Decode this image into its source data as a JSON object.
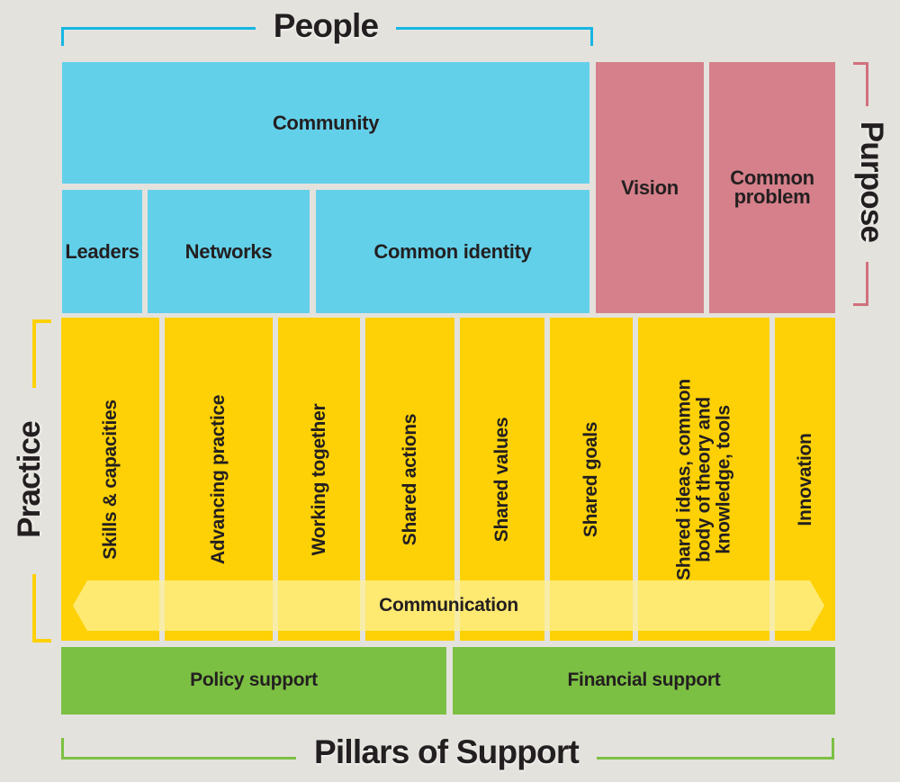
{
  "diagram": {
    "sections": {
      "people": "People",
      "purpose": "Purpose",
      "practice": "Practice",
      "pillars_of_support": "Pillars of Support"
    },
    "people_boxes": {
      "community": "Community",
      "leaders": "Leaders",
      "networks": "Networks",
      "common_identity": "Common identity"
    },
    "purpose_boxes": {
      "vision": "Vision",
      "common_problem": "Common problem"
    },
    "practice_columns": [
      "Skills & capacities",
      "Advancing practice",
      "Working together",
      "Shared actions",
      "Shared values",
      "Shared goals",
      "Shared ideas, common body of theory and knowledge, tools",
      "Innovation"
    ],
    "communication": "Communication",
    "support_boxes": {
      "policy": "Policy support",
      "financial": "Financial support"
    },
    "colors": {
      "background": "#e4e2dd",
      "people_blue": "#63d0ea",
      "purpose_pink": "#d5808a",
      "practice_yellow": "#fdd106",
      "support_green": "#7cc043",
      "people_bracket_cyan": "#16b6e2",
      "purpose_bracket_pink": "#d0707e",
      "communication_band_yellow": "#fdf096",
      "text": "#231f20"
    }
  }
}
